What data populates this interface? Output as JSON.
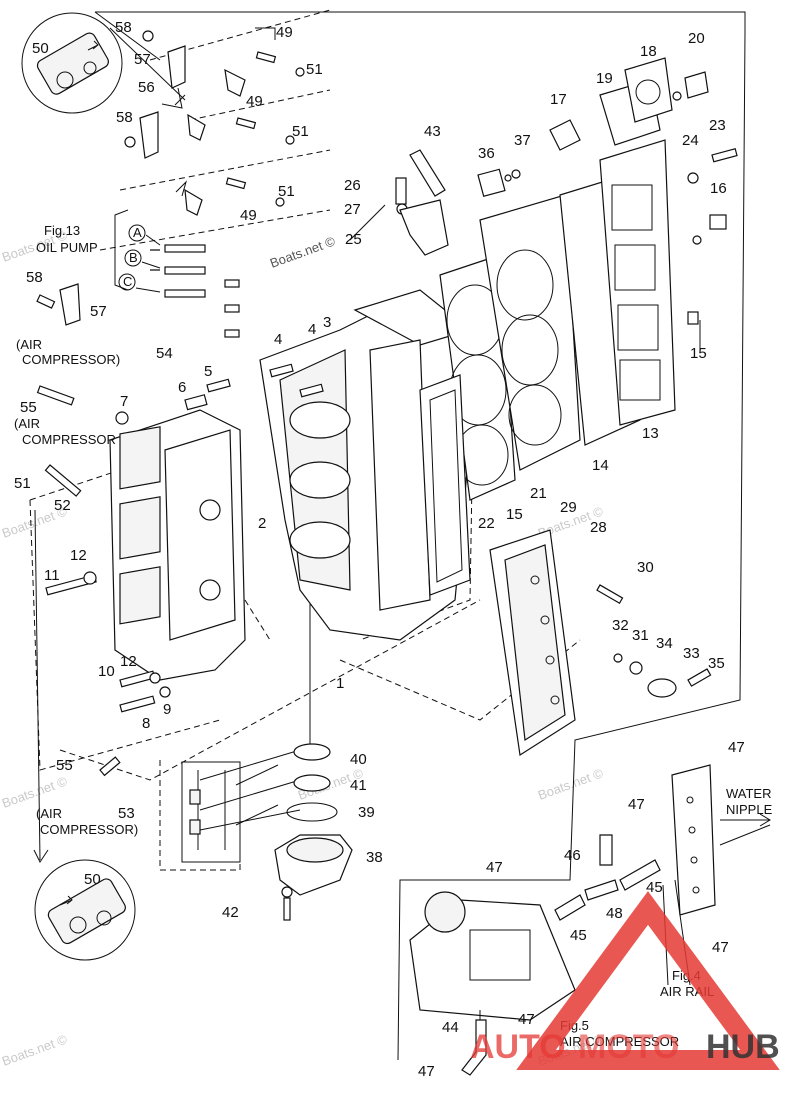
{
  "labels": {
    "p1": "1",
    "p2": "2",
    "p3": "3",
    "p4a": "4",
    "p4b": "4",
    "p5": "5",
    "p6": "6",
    "p7": "7",
    "p8": "8",
    "p9": "9",
    "p10": "10",
    "p11": "11",
    "p12a": "12",
    "p12b": "12",
    "p13": "13",
    "p14": "14",
    "p15a": "15",
    "p15b": "15",
    "p16": "16",
    "p17": "17",
    "p18": "18",
    "p19": "19",
    "p20": "20",
    "p21": "21",
    "p22": "22",
    "p23": "23",
    "p24": "24",
    "p25": "25",
    "p26": "26",
    "p27": "27",
    "p28": "28",
    "p29": "29",
    "p30": "30",
    "p31": "31",
    "p32": "32",
    "p33": "33",
    "p34": "34",
    "p35": "35",
    "p36": "36",
    "p37": "37",
    "p38": "38",
    "p39": "39",
    "p40": "40",
    "p41": "41",
    "p42": "42",
    "p43": "43",
    "p44": "44",
    "p45a": "45",
    "p45b": "45",
    "p46": "46",
    "p47a": "47",
    "p47b": "47",
    "p47c": "47",
    "p47d": "47",
    "p47e": "47",
    "p47f": "47",
    "p48": "48",
    "p49a": "49",
    "p49b": "49",
    "p49c": "49",
    "p50a": "50",
    "p50b": "50",
    "p51a": "51",
    "p51b": "51",
    "p51c": "51",
    "p51d": "51",
    "p52": "52",
    "p53": "53",
    "p54": "54",
    "p55a": "55",
    "p55b": "55",
    "p56": "56",
    "p57a": "57",
    "p57b": "57",
    "p58a": "58",
    "p58b": "58",
    "p58c": "58"
  },
  "callouts": {
    "fig13": "Fig.13",
    "oil_pump": "OIL PUMP",
    "circle_a": "A",
    "circle_b": "B",
    "circle_c": "C",
    "air_comp_1": "(AIR",
    "air_comp_1b": "COMPRESSOR)",
    "air_comp_2": "(AIR",
    "air_comp_2b": "COMPRESSOR",
    "air_comp_3": "(AIR",
    "air_comp_3b": "COMPRESSOR)",
    "water_1": "WATER",
    "water_2": "NIPPLE",
    "fig4": "Fig.4",
    "air_rail": "AIR RAIL",
    "fig5": "Fig.5",
    "air_compressor": "AIR COMPRESSOR"
  },
  "watermark": {
    "text": "Boats.net ©",
    "mid": "Boats.net ©"
  },
  "brand": {
    "left": "AUTO",
    "mid": "MOTO",
    "right": "HUB",
    "color_red": "#e53935",
    "color_dark": "#333333"
  }
}
